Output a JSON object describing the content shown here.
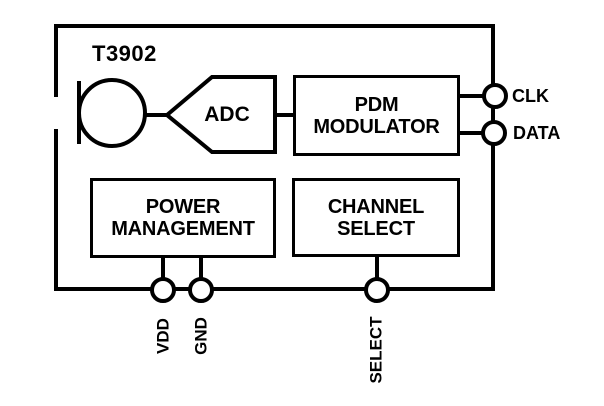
{
  "diagram": {
    "chip_label": "T3902",
    "blocks": {
      "adc": {
        "label": "ADC"
      },
      "pdm_modulator": {
        "line1": "PDM",
        "line2": "MODULATOR"
      },
      "power_management": {
        "line1": "POWER",
        "line2": "MANAGEMENT"
      },
      "channel_select": {
        "line1": "CHANNEL",
        "line2": "SELECT"
      }
    },
    "pins": {
      "clk": {
        "label": "CLK"
      },
      "data": {
        "label": "DATA"
      },
      "vdd": {
        "label": "VDD"
      },
      "gnd": {
        "label": "GND"
      },
      "select": {
        "label": "SELECT"
      }
    },
    "icons": {
      "microphone": "circle-with-port-line"
    },
    "colors": {
      "line": "#000000",
      "background": "#ffffff"
    }
  }
}
